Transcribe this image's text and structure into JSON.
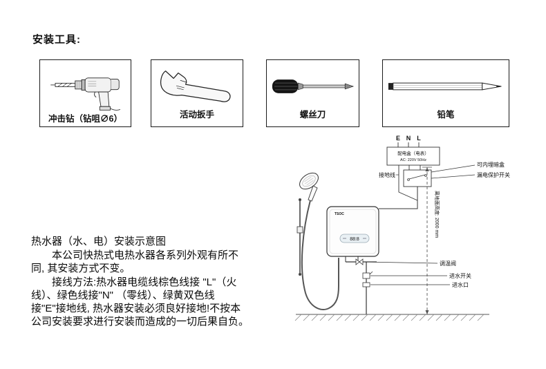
{
  "page": {
    "heading": "安装工具:"
  },
  "tools": [
    {
      "label": "冲击钻（钻咀∅6）"
    },
    {
      "label": "活动扳手"
    },
    {
      "label": "螺丝刀"
    },
    {
      "label": "铅笔"
    }
  ],
  "description": {
    "title": "热水器（水、电）安装示意图",
    "para1": "本公司快热式电热水器各系列外观有所不同, 其安装方式不变。",
    "para2": "接线方法:热水器电缆线棕色线接 \"L\"（火线）、绿色线接\"N\" （零线）、绿黄双色线接\"E\"接地线, 热水器安装必须良好接地!不按本公司安装要求进行安装而造成的一切后果自负。"
  },
  "diagram": {
    "terminals": {
      "e": "E",
      "n": "N",
      "l": "L"
    },
    "power_box": {
      "title": "配电盒（电表）",
      "spec": "AC: 220V 50Hz"
    },
    "labels": {
      "ground_wire": "接地线",
      "concealed_box": "可内埋暗盒",
      "leakage_switch": "漏电保护开关",
      "height": "离地面高度: 2000 mm",
      "temp_valve": "调温阀",
      "inlet_switch": "进水开关",
      "inlet": "进水口"
    },
    "heater": {
      "brand": "TSOC",
      "display": "88:8"
    }
  }
}
